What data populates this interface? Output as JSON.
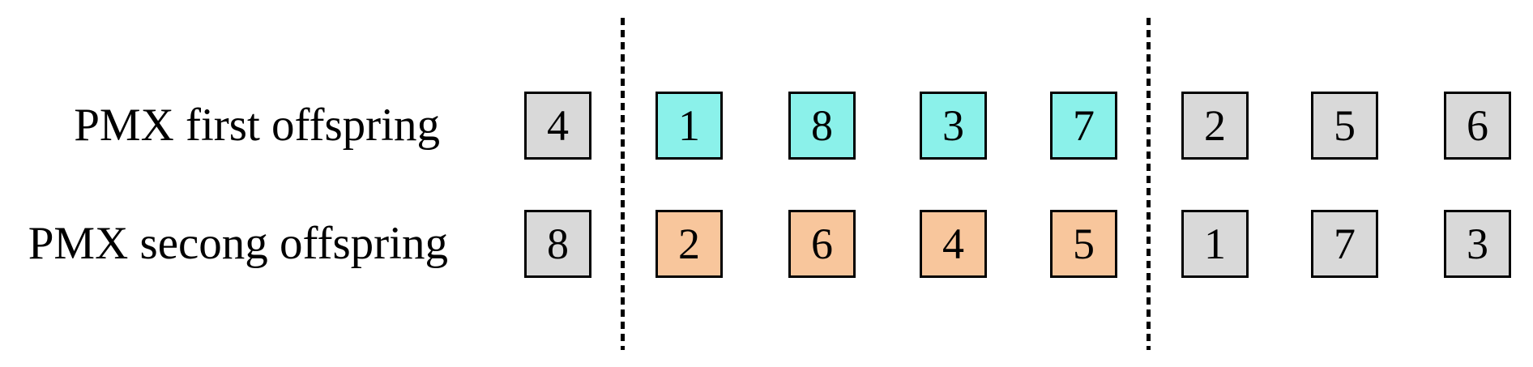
{
  "figure": {
    "title": "PMX crossover offspring diagram",
    "background": "#ffffff",
    "rows": [
      {
        "label": "PMX first offspring",
        "segment_color": "#8bf1ea",
        "cells": [
          {
            "value": "4",
            "highlighted": false
          },
          {
            "value": "1",
            "highlighted": true
          },
          {
            "value": "8",
            "highlighted": true
          },
          {
            "value": "3",
            "highlighted": true
          },
          {
            "value": "7",
            "highlighted": true
          },
          {
            "value": "2",
            "highlighted": false
          },
          {
            "value": "5",
            "highlighted": false
          },
          {
            "value": "6",
            "highlighted": false
          }
        ]
      },
      {
        "label": "PMX secong offspring",
        "segment_color": "#f8c69c",
        "cells": [
          {
            "value": "8",
            "highlighted": false
          },
          {
            "value": "2",
            "highlighted": true
          },
          {
            "value": "6",
            "highlighted": true
          },
          {
            "value": "4",
            "highlighted": true
          },
          {
            "value": "5",
            "highlighted": true
          },
          {
            "value": "1",
            "highlighted": false
          },
          {
            "value": "7",
            "highlighted": false
          },
          {
            "value": "3",
            "highlighted": false
          }
        ]
      }
    ],
    "colors": {
      "unhighlighted_box": "#d9d9d9",
      "box_border": "#000000",
      "cut_line": "#000000",
      "text": "#000000"
    }
  }
}
